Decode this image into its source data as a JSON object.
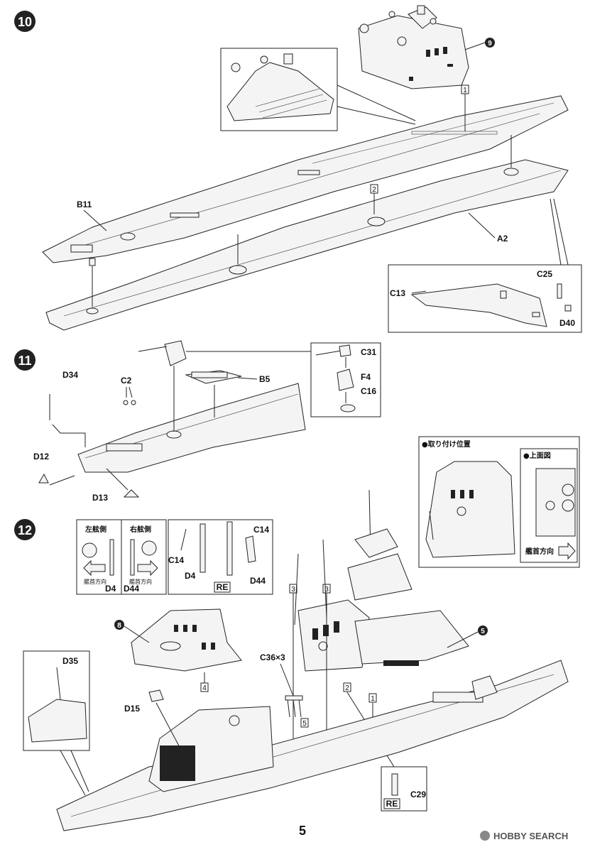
{
  "steps": {
    "s10": "10",
    "s11": "11",
    "s12": "12"
  },
  "subassemblies": {
    "sub9": "9",
    "sub8": "8",
    "sub5": "5"
  },
  "step10": {
    "parts": {
      "b11": "B11",
      "a2": "A2",
      "c13": "C13",
      "c25": "C25",
      "d40": "D40"
    },
    "markers": {
      "m1": "1",
      "m2": "2"
    }
  },
  "step11": {
    "parts": {
      "d34": "D34",
      "c2": "C2",
      "b5": "B5",
      "c31": "C31",
      "f4": "F4",
      "c16": "C16",
      "d12": "D12",
      "d13": "D13"
    },
    "position_box": {
      "title": "●取り付け位置",
      "top_view": "●上面図",
      "bow_direction": "艦首方向"
    }
  },
  "step12": {
    "side_box": {
      "port_side": "左舷側",
      "starboard_side": "右舷側",
      "bow_direction_left": "艦首方向",
      "bow_direction_right": "艦首方向",
      "d4": "D4",
      "d44": "D44"
    },
    "parts": {
      "c14a": "C14",
      "c14b": "C14",
      "d4": "D4",
      "d44": "D44",
      "re1": "RE",
      "d35": "D35",
      "d15": "D15",
      "c36": "C36×3",
      "c29": "C29",
      "re2": "RE"
    },
    "markers": {
      "m1": "1",
      "m2": "2",
      "m3a": "3",
      "m3b": "3",
      "m4": "4",
      "m5": "5"
    }
  },
  "footer": {
    "page_number": "5",
    "watermark": "HOBBY SEARCH"
  }
}
